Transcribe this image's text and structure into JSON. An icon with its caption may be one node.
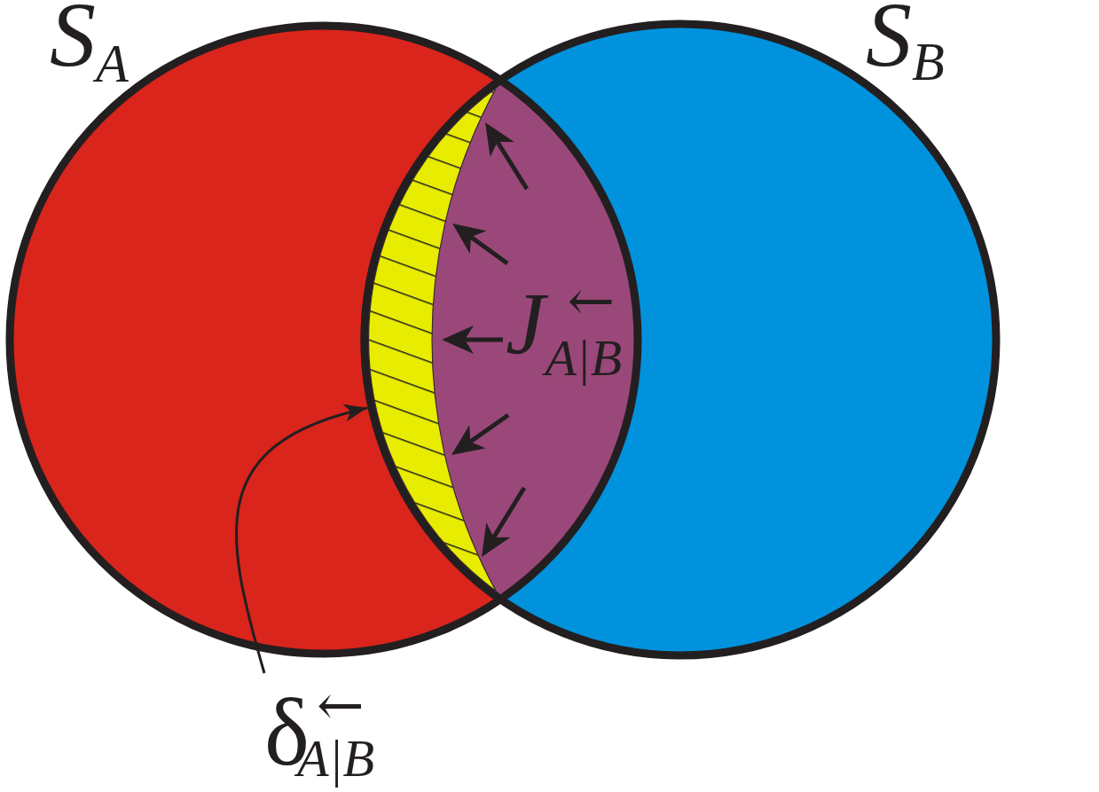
{
  "diagram": {
    "nodes": [
      {
        "text": [
          "S$_{A}$"
        ]
      },
      {
        "text": [
          "S$_{B}$"
        ]
      },
      {
        "text": [
          "J$^{←}$$_{A|B}$"
        ]
      },
      {
        "text": [],
        "shape": "crescent",
        "in": 2
      },
      {
        "text": [
          "δ$^{←}$$_{A|B}$"
        ]
      }
    ],
    "edges": [
      {
        "from": 4,
        "to": 3,
        "arrow": "to"
      }
    ]
  }
}
